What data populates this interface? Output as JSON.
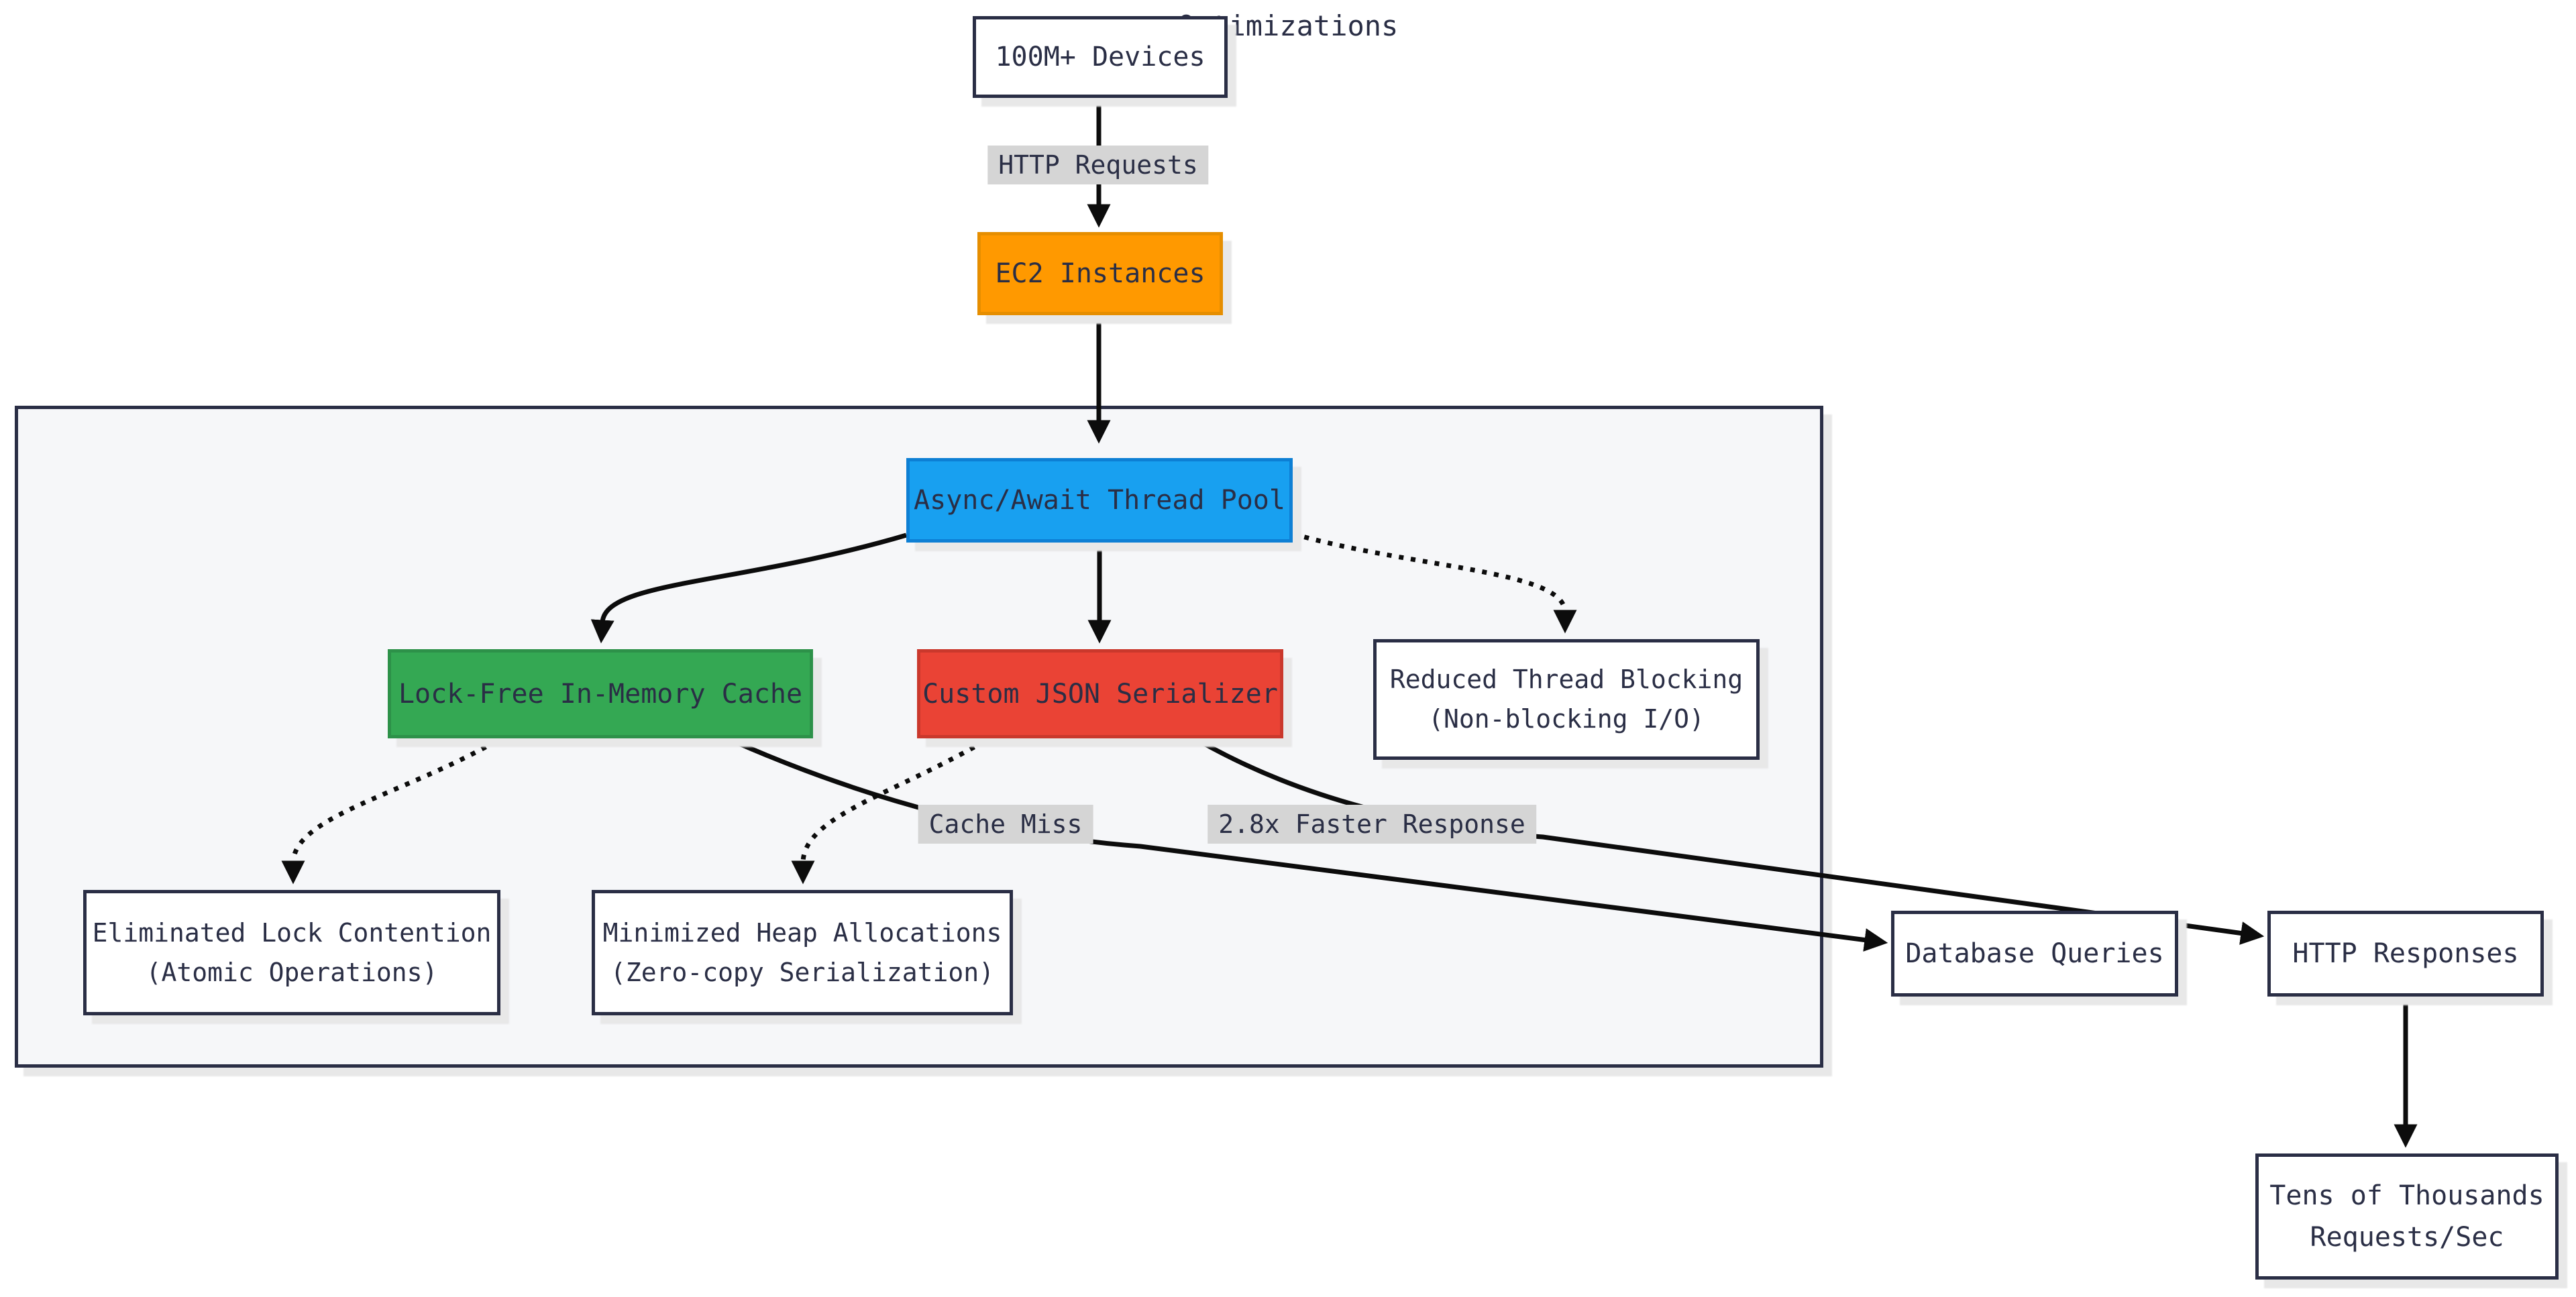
{
  "diagram": {
    "type": "flowchart",
    "subgraph": {
      "title": "Optimizations"
    },
    "nodes": {
      "devices": {
        "label": "100M+ Devices"
      },
      "ec2": {
        "label": "EC2 Instances"
      },
      "async_pool": {
        "label": "Async/Await Thread Pool"
      },
      "cache": {
        "label": "Lock-Free In-Memory Cache"
      },
      "serializer": {
        "label": "Custom JSON Serializer"
      },
      "thread_blocking": {
        "line1": "Reduced Thread Blocking",
        "line2": "(Non-blocking I/O)"
      },
      "lock_contention": {
        "line1": "Eliminated Lock Contention",
        "line2": "(Atomic Operations)"
      },
      "heap_allocations": {
        "line1": "Minimized Heap Allocations",
        "line2": "(Zero-copy Serialization)"
      },
      "db_queries": {
        "label": "Database Queries"
      },
      "http_responses": {
        "label": "HTTP Responses"
      },
      "throughput": {
        "line1": "Tens of Thousands",
        "line2": "Requests/Sec"
      }
    },
    "edge_labels": {
      "http_requests": "HTTP Requests",
      "cache_miss": "Cache Miss",
      "faster_response": "2.8x Faster Response"
    },
    "edges": [
      {
        "from": "devices",
        "to": "ec2",
        "label": "HTTP Requests",
        "style": "solid"
      },
      {
        "from": "ec2",
        "to": "async_pool",
        "label": "",
        "style": "solid"
      },
      {
        "from": "async_pool",
        "to": "cache",
        "label": "",
        "style": "solid"
      },
      {
        "from": "async_pool",
        "to": "serializer",
        "label": "",
        "style": "solid"
      },
      {
        "from": "async_pool",
        "to": "thread_blocking",
        "label": "",
        "style": "dotted"
      },
      {
        "from": "cache",
        "to": "lock_contention",
        "label": "",
        "style": "dotted"
      },
      {
        "from": "cache",
        "to": "db_queries",
        "label": "Cache Miss",
        "style": "solid"
      },
      {
        "from": "serializer",
        "to": "heap_allocations",
        "label": "",
        "style": "dotted"
      },
      {
        "from": "serializer",
        "to": "http_responses",
        "label": "2.8x Faster Response",
        "style": "solid"
      },
      {
        "from": "http_responses",
        "to": "throughput",
        "label": "",
        "style": "solid"
      }
    ],
    "colors": {
      "ink": "#2a2e45",
      "edge": "#0c0c0c",
      "node-bg": "#ffffff",
      "ec2": "#ff9900",
      "ec2-border": "#e68e00",
      "blue": "#18a0f0",
      "blue-border": "#0d7fd4",
      "green": "#34a853",
      "green-border": "#2d9149",
      "red": "#ea4335",
      "red-border": "#ca382c",
      "label-bg": "#d5d5d5",
      "subgraph-bg": "#f6f7f9",
      "shadow": "#e8e8e8"
    }
  }
}
